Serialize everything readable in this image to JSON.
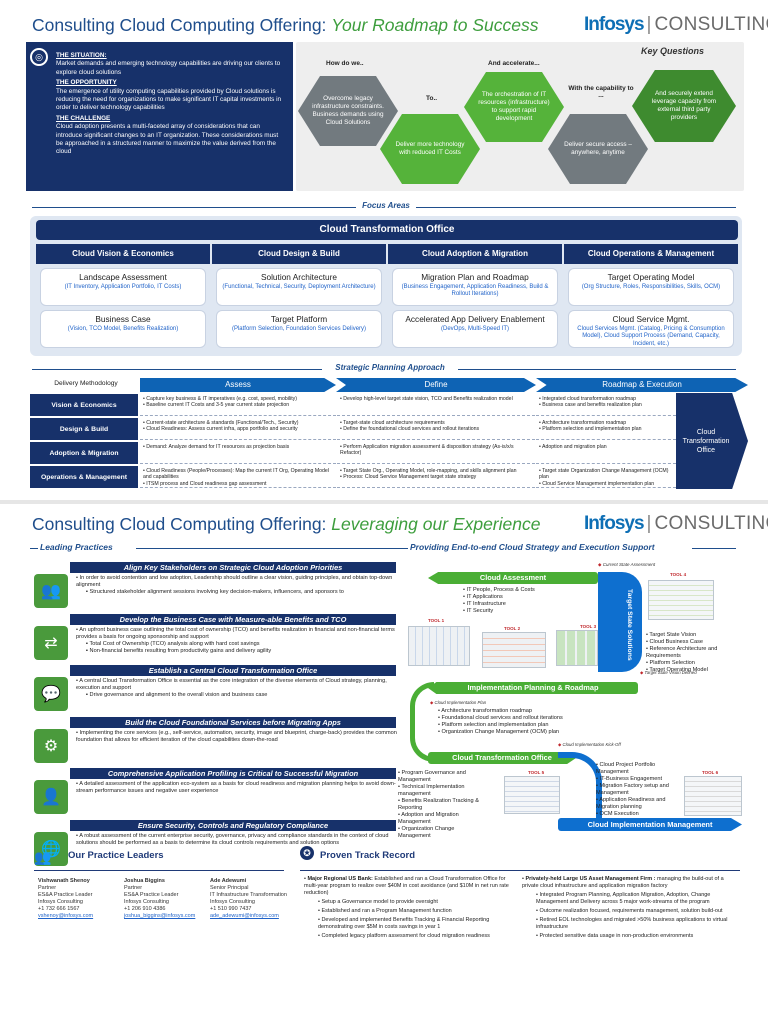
{
  "page1": {
    "title_prefix": "Consulting Cloud Computing Offering: ",
    "title_emph": "Your Roadmap to Success",
    "logo_brand": "Infosys",
    "logo_sep": "|",
    "logo_suffix": "CONSULTING",
    "situation": {
      "h1": "THE SITUATION:",
      "p1": "Market demands and emerging technology capabilities are driving our clients to explore cloud solutions",
      "h2": "THE OPPORTUNITY",
      "p2": "The emergence of utility computing capabilities provided by Cloud solutions is reducing the need for organizations to make significant IT capital investments in order to deliver technology capabilities",
      "h3": "THE CHALLENGE",
      "p3": "Cloud adoption presents a multi-faceted array of considerations that can introduce significant changes to an IT organization. These considerations must be approached in a structured manner to maximize the value derived from the cloud"
    },
    "key_questions": {
      "title": "Key Questions",
      "q1_lbl": "How do we..",
      "q1": "Overcome legacy infrastructure constraints. Business demands using Cloud Solutions",
      "q2_lbl": "To..",
      "q2": "Deliver more technology with reduced IT Costs",
      "q3_lbl": "And accelerate...",
      "q3": "The orchestration of IT resources (infrastructure) to support rapid development",
      "q4_lbl": "With the capability to ...",
      "q4": "Deliver secure access – anywhere, anytime",
      "q5": "And securely extend leverage capacity from external third party providers"
    },
    "focus_areas": "Focus Areas",
    "cto": "Cloud Transformation Office",
    "columns": [
      {
        "head": "Cloud Vision & Economics",
        "cards": [
          {
            "t": "Landscape Assessment",
            "s": "(IT Inventory, Application Portfolio, IT Costs)"
          },
          {
            "t": "Business Case",
            "s": "(Vision, TCO Model, Benefits Realization)"
          }
        ]
      },
      {
        "head": "Cloud Design & Build",
        "cards": [
          {
            "t": "Solution Architecture",
            "s": "(Functional, Technical, Security, Deployment Architecture)"
          },
          {
            "t": "Target Platform",
            "s": "(Platform Selection, Foundation Services Delivery)"
          }
        ]
      },
      {
        "head": "Cloud Adoption & Migration",
        "cards": [
          {
            "t": "Migration Plan and Roadmap",
            "s": "(Business Engagement, Application Readiness, Build & Rollout Iterations)"
          },
          {
            "t": "Accelerated App Delivery Enablement",
            "s": "(DevOps, Multi-Speed IT)"
          }
        ]
      },
      {
        "head": "Cloud Operations & Management",
        "cards": [
          {
            "t": "Target Operating Model",
            "s": "(Org Structure, Roles, Responsibilities, Skills, OCM)"
          },
          {
            "t": "Cloud Service Mgmt.",
            "s": "Cloud Services Mgmt. (Catalog, Pricing & Consumption Model), Cloud Support Process (Demand, Capacity, Incident, etc.)"
          }
        ]
      }
    ],
    "strategic": "Strategic Planning Approach",
    "delivery": "Delivery Methodology",
    "phases": [
      "Assess",
      "Define",
      "Roadmap & Execution"
    ],
    "cto_right": "Cloud Transformation Office",
    "rows": [
      {
        "label": "Vision & Economics",
        "assess": [
          "Capture key business & IT imperatives (e.g. cost, speed, mobility)",
          "Baseline current IT Costs and 3-5 year current state projection"
        ],
        "define": [
          "Develop high-level target state vision, TCO and Benefits realization model"
        ],
        "road": [
          "Integrated cloud transformation roadmap",
          "Business case and benefits realization plan"
        ]
      },
      {
        "label": "Design & Build",
        "assess": [
          "Current-state architecture & standards (Functional/Tech., Security)",
          "Cloud Readiness: Assess current infra, apps portfolio and security"
        ],
        "define": [
          "Target-state cloud architecture requirements",
          "Define the foundational cloud services and rollout iterations"
        ],
        "road": [
          "Architecture transformation roadmap",
          "Platform selection and implementation plan"
        ]
      },
      {
        "label": "Adoption & Migration",
        "assess": [
          "Demand: Analyze demand for IT resources as projection basis"
        ],
        "define": [
          "Perform Application migration assessment & disposition strategy (As-is/x/s Refactor)"
        ],
        "road": [
          "Adoption and migration plan"
        ]
      },
      {
        "label": "Operations & Management",
        "assess": [
          "Cloud Readiness (People/Processes): Map the current IT Org, Operating Model and capabilities",
          "ITSM process and Cloud readiness gap assessment"
        ],
        "define": [
          "Target State Org., Operating Model, role-mapping, and skills alignment plan",
          "Process: Cloud Service Management target state strategy"
        ],
        "road": [
          "Target state Organization Change Management (OCM) plan",
          "Cloud Service Management implementation plan"
        ]
      }
    ]
  },
  "page2": {
    "title_prefix": "Consulting Cloud Computing Offering: ",
    "title_emph": "Leveraging our Experience",
    "leading": "Leading Practices",
    "providing": "Providing End-to-end Cloud Strategy and Execution Support",
    "practices": [
      {
        "bar": "Align Key Stakeholders on Strategic Cloud Adoption Priorities",
        "b1": "In order to avoid contention and low adoption, Leadership should outline a clear vision, guiding principles, and obtain top-down alignment",
        "b2": [
          "Structured stakeholder alignment sessions involving key decision-makers, influencers, and sponsors to"
        ]
      },
      {
        "bar": "Develop the Business Case with Measure-able Benefits and TCO",
        "b1": "An upfront business case outlining the total cost of ownership (TCO) and benefits realization in financial and non-financial terms provides a basis for ongoing sponsorship and support",
        "b2": [
          "Total Cost of Ownership (TCO) analysis along with hard cost savings",
          "Non-financial benefits resulting from productivity gains and delivery agility"
        ]
      },
      {
        "bar": "Establish a Central Cloud Transformation Office",
        "b1": "A central Cloud Transformation Office is essential as the core integration of the diverse elements of Cloud strategy, planning, execution and support",
        "b2": [
          "Drive governance and alignment to the overall vision and business case"
        ]
      },
      {
        "bar": "Build the Cloud Foundational Services before Migrating Apps",
        "b1": "Implementing the core services (e.g., self-service, automation, security, image and blueprint, charge-back) provides the common foundation that allows for efficient iteration of the cloud capabilities down-the-road",
        "b2": []
      },
      {
        "bar": "Comprehensive Application Profiling is Critical to Successful Migration",
        "b1": "A detailed assessment of the application eco-system as a basis for cloud readiness and migration planning helps to avoid down-stream performance issues and negative user experience",
        "b2": []
      },
      {
        "bar": "Ensure Security, Controls and Regulatory Compliance",
        "b1": "A robust assessment of the current enterprise security, governance, privacy and compliance standards in the context of cloud solutions should be performed as a basis to determine its cloud controls requirements and solution options",
        "b2": []
      }
    ],
    "flow": {
      "current_state": "Current State Assessment",
      "cloud_assessment": "Cloud Assessment",
      "ca_items": [
        "IT People, Process & Costs",
        "IT Applications",
        "IT Infrastructure",
        "IT Security"
      ],
      "tool4": "TOOL 4",
      "tool1": "TOOL 1",
      "tool2": "TOOL 2",
      "tool3": "TOOL 3",
      "tool5": "TOOL 5",
      "tool6": "TOOL 6",
      "target_state_solutions": "Target State Solutions",
      "ts_items": [
        "Target State Vision",
        "Cloud Business Case",
        "Reference Architecture and Requirements",
        "Platform Selection",
        "Target Operating Model"
      ],
      "target_defined": "Target State Vision Defined",
      "impl_plan": "Implementation Planning & Roadmap",
      "cloud_impl_plan": "Cloud Implementation Plan",
      "ip_items": [
        "Architecture transformation roadmap",
        "Foundational cloud services and rollout iterations",
        "Platform selection and implementation plan",
        "Organization Change Management (OCM) plan"
      ],
      "cto_flow": "Cloud Transformation Office",
      "kickoff": "Cloud Implementation Kick-Off",
      "cto_items": [
        "Program Governance and Management",
        "Technical Implementation management",
        "Benefits Realization Tracking & Reporting",
        "Adoption and Migration Management",
        "Organization Change Management"
      ],
      "impl_items": [
        "Cloud Project Portfolio Management",
        "IT-Business Engagement",
        "Migration Factory setup and Management",
        "Application Readiness and Migration planning",
        "OCM Execution"
      ],
      "cloud_impl_mgmt": "Cloud Implementation Management"
    },
    "leaders_title": "Our Practice Leaders",
    "leaders": [
      {
        "name": "Vishwanath Shenoy",
        "l1": "Partner",
        "l2": "ES&A Practice Leader",
        "l3": "Infosys Consulting",
        "l4": "+1 732 666 1567",
        "email": "vshenoy@infosys.com"
      },
      {
        "name": "Joshua Biggins",
        "l1": "Partner",
        "l2": "ES&A Practice Leader",
        "l3": "Infosys Consulting",
        "l4": "+1 206 910 4386",
        "email": "joshua_biggins@infosys.com"
      },
      {
        "name": "Ade Adewumi",
        "l1": "Senior Principal",
        "l2": "IT Infrastructure Transformation",
        "l3": "Infosys Consulting",
        "l4": "+1 510 990 7437",
        "email": "ade_adewumi@infosys.com"
      }
    ],
    "track_title": "Proven Track Record",
    "track_left_lead": "Major Regional US Bank:",
    "track_left_text": "Established and ran a Cloud Transformation Office for multi-year program to realize over $40M in cost avoidance (and $10M in net run rate reduction)",
    "track_left_items": [
      "Setup a Governance model to provide oversight",
      "Established and ran a Program Management function",
      "Developed and implemented Benefits Tracking & Financial Reporting demonstrating over $5M in costs savings in year 1",
      "Completed legacy platform assessment for cloud migration readiness"
    ],
    "track_right_lead": "Privately-held Large US Asset Management Firm :",
    "track_right_text": "managing the build-out of a private cloud infrastructure and application migration factory",
    "track_right_items": [
      "Integrated Program Planning, Application Migration, Adoption, Change Management and Delivery across 5 major work-streams of the program",
      "Outcome realization focused, requirements management, solution build-out",
      "Retired EOL technologies and migrated >50% business applications to virtual infrastructure",
      "Protected sensitive data usage in non-production environments"
    ]
  }
}
